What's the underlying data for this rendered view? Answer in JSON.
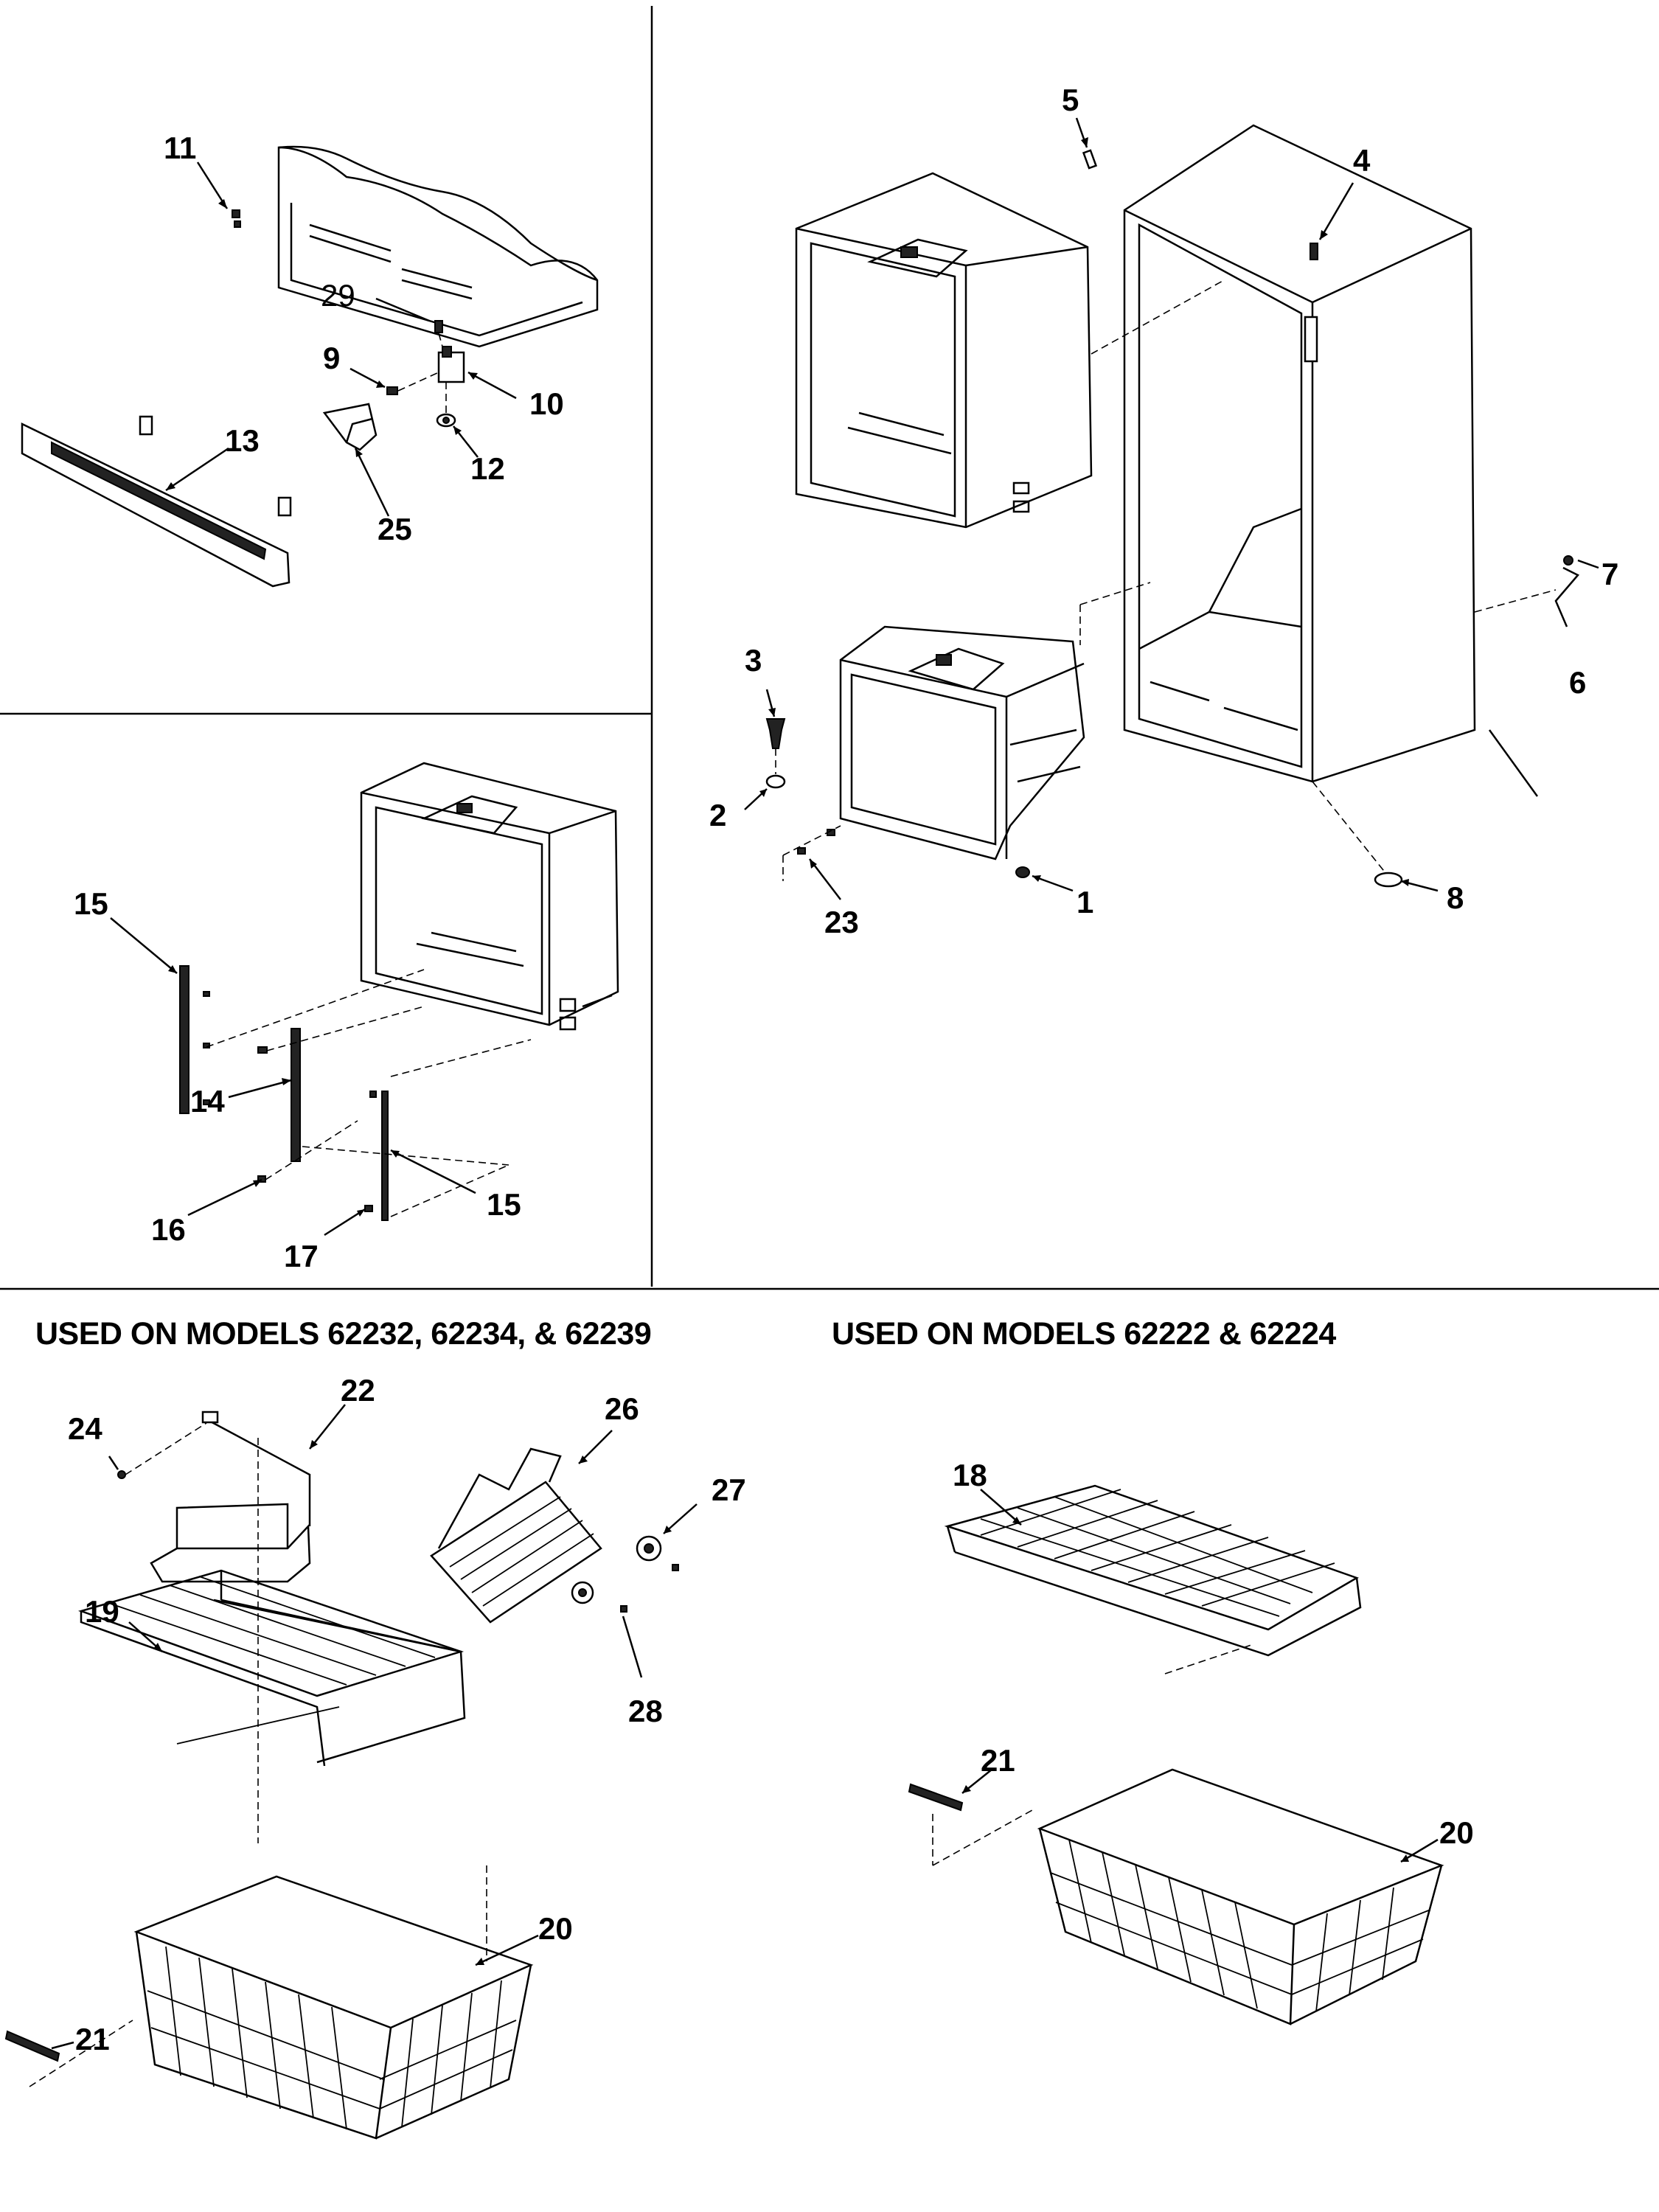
{
  "section_headings": {
    "left_models": "USED ON MODELS 62232, 62234, & 62239",
    "right_models": "USED ON MODELS 62222 & 62224"
  },
  "callouts": {
    "c1": "1",
    "c2": "2",
    "c3": "3",
    "c4": "4",
    "c5": "5",
    "c6": "6",
    "c7": "7",
    "c8": "8",
    "c9": "9",
    "c10": "10",
    "c11": "11",
    "c12": "12",
    "c13": "13",
    "c14": "14",
    "c15a": "15",
    "c15b": "15",
    "c16": "16",
    "c17": "17",
    "c18": "18",
    "c19": "19",
    "c20a": "20",
    "c20b": "20",
    "c21a": "21",
    "c21b": "21",
    "c22": "22",
    "c23": "23",
    "c24": "24",
    "c25": "25",
    "c26": "26",
    "c27": "27",
    "c28": "28",
    "c29": "29"
  }
}
